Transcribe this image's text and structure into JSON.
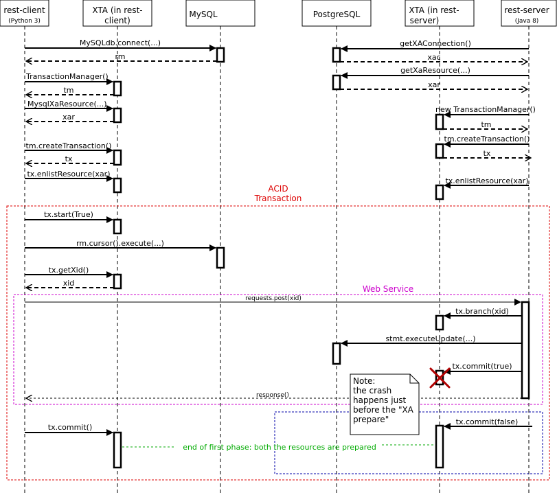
{
  "participants": [
    {
      "name": "rest-client",
      "sub": "(Python 3)"
    },
    {
      "name": "XTA (in rest-",
      "sub": "client)"
    },
    {
      "name": "MySQL",
      "sub": ""
    },
    {
      "name": "PostgreSQL",
      "sub": ""
    },
    {
      "name": "XTA (in rest-",
      "sub": "server)"
    },
    {
      "name": "rest-server",
      "sub": "(Java 8)"
    }
  ],
  "messages": {
    "mysql_connect": "MySQLdb.connect(...)",
    "rm": "rm",
    "get_xa_connection": "getXAConnection()",
    "xac": "xac",
    "get_xa_resource": "getXaResource(...)",
    "xar_server": "xar",
    "tm_client_call": "TransactionManager()",
    "tm_client_ret": "tm",
    "mysql_xa_resource": "MysqlXaResource(...)",
    "xar_client": "xar",
    "new_tm_server": "new TransactionManager()",
    "tm_server_ret": "tm",
    "create_tx_client": "tm.createTransaction()",
    "tx_client_ret": "tx",
    "create_tx_server": "tm.createTransaction()",
    "tx_server_ret": "tx",
    "enlist_client": "tx.enlistResource(xar)",
    "enlist_server": "tx.enlistResource(xar)",
    "tx_start": "tx.start(True)",
    "cursor_execute": "rm.cursor().execute(...)",
    "get_xid": "tx.getXid()",
    "xid_ret": "xid",
    "requests_post": "requests.post(xid)",
    "tx_branch": "tx.branch(xid)",
    "stmt_execute_update": "stmt.executeUpdate(...)",
    "commit_true": "tx.commit(true)",
    "response": "response()",
    "commit_false": "tx.commit(false)",
    "tx_commit_client": "tx.commit()",
    "phase_note": "end of first phase: both the resources are prepared"
  },
  "frames": {
    "acid_line1": "ACID",
    "acid_line2": "Transaction",
    "web_service": "Web Service"
  },
  "note": {
    "lines": [
      "Note:",
      "the crash",
      "happens just",
      "before the \"XA",
      "prepare\""
    ]
  },
  "colors": {
    "acid_frame": "#dd0000",
    "web_service_frame": "#cc00cc",
    "recovery_frame": "#0000aa",
    "phase_note": "#00aa00",
    "crash_mark": "#b00000"
  }
}
